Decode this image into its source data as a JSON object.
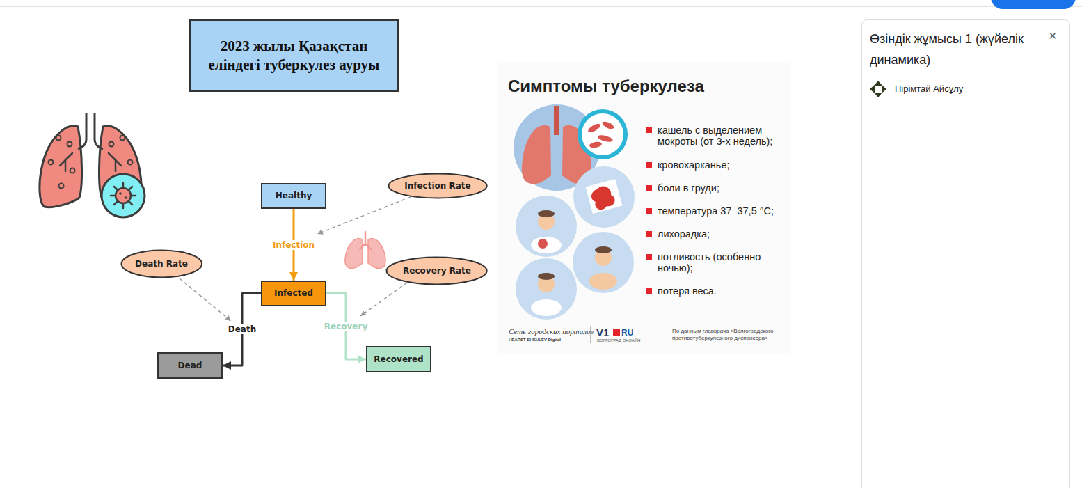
{
  "diagram": {
    "title": "2023 жылы Қазақстан еліндегі туберкулез ауруы",
    "nodes": [
      {
        "text": [
          "Infection Rate"
        ]
      },
      {
        "text": [
          "Healthy"
        ]
      },
      {
        "text": [
          "Death Rate"
        ]
      },
      {
        "text": [
          "Recovery Rate"
        ]
      },
      {
        "text": [
          "Infected"
        ]
      },
      {
        "text": [
          "Recovered"
        ]
      },
      {
        "text": [
          "Dead"
        ]
      }
    ],
    "edges": [
      {
        "from": 1,
        "to": 4,
        "label": "Infection",
        "arrow": "to"
      },
      {
        "from": 4,
        "to": 6,
        "label": "Death",
        "arrow": "to"
      },
      {
        "from": 4,
        "to": 5,
        "label": "Recovery",
        "arrow": "to"
      }
    ],
    "labels": [
      "Симптомы туберкулеза",
      "кашель с выделением мокроты (от 3-х недель);",
      "кровохарканье;",
      "боли в груди;",
      "температура 37–37,5 °C;",
      "лихорадка;",
      "потливость (особенно ночью);",
      "потеря веса.",
      "Сеть городских порталов",
      "HEARST SHKULEV Digital",
      "V1",
      "RU",
      "ВОЛГОГРАД ОНЛАЙН",
      "По данным главврача «Волгоградского противотуберкулезного диспансера»",
      "Өзіндік жұмысы 1 (жүйелік динамика)",
      "×",
      "Пірімтай Айсұлу"
    ]
  }
}
